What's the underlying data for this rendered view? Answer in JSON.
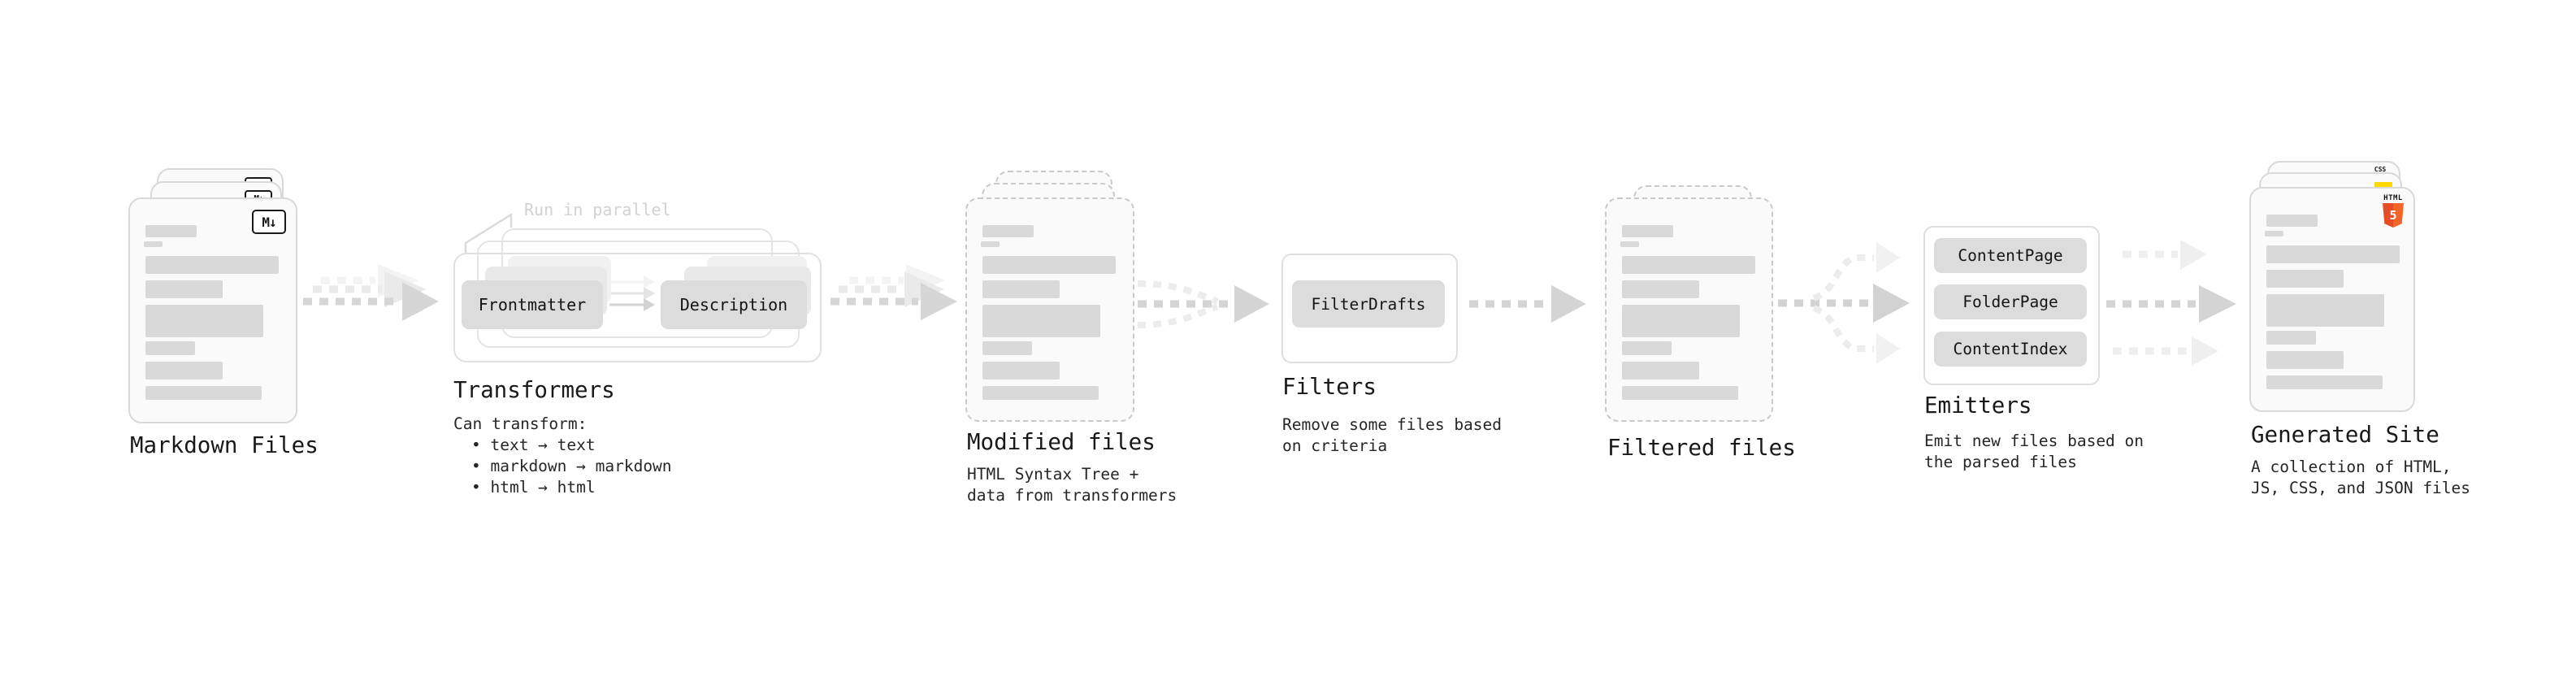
{
  "colors": {
    "html5-orange": "#e44d26",
    "html5-orange-light": "#f16529",
    "js-yellow": "#ffd900",
    "css-blue": "#2b63f0",
    "arrow-dark": "#d4d4d4",
    "arrow-light": "#ececec"
  },
  "markdown": {
    "title": "Markdown Files",
    "badge": "M↓"
  },
  "transformers": {
    "annotation": "Run in parallel",
    "box_frontmatter": "Frontmatter",
    "box_description": "Description",
    "title": "Transformers",
    "lead": "Can transform:",
    "bullets": [
      "• text → text",
      "• markdown → markdown",
      "• html → html"
    ]
  },
  "modified": {
    "title": "Modified files",
    "desc": [
      "HTML Syntax Tree +",
      "data from transformers"
    ]
  },
  "filters": {
    "title": "Filters",
    "box_filterdrafts": "FilterDrafts",
    "desc": [
      "Remove some files based",
      "on criteria"
    ]
  },
  "filtered": {
    "title": "Filtered files"
  },
  "emitters": {
    "title": "Emitters",
    "boxes": [
      "ContentPage",
      "FolderPage",
      "ContentIndex"
    ],
    "desc": [
      "Emit new files based on",
      "the parsed files"
    ]
  },
  "generated": {
    "title": "Generated Site",
    "desc": [
      "A collection of HTML,",
      "JS, CSS, and JSON files"
    ],
    "badge_html": "HTML",
    "badge_html_number": "5",
    "badge_css": "CSS"
  }
}
